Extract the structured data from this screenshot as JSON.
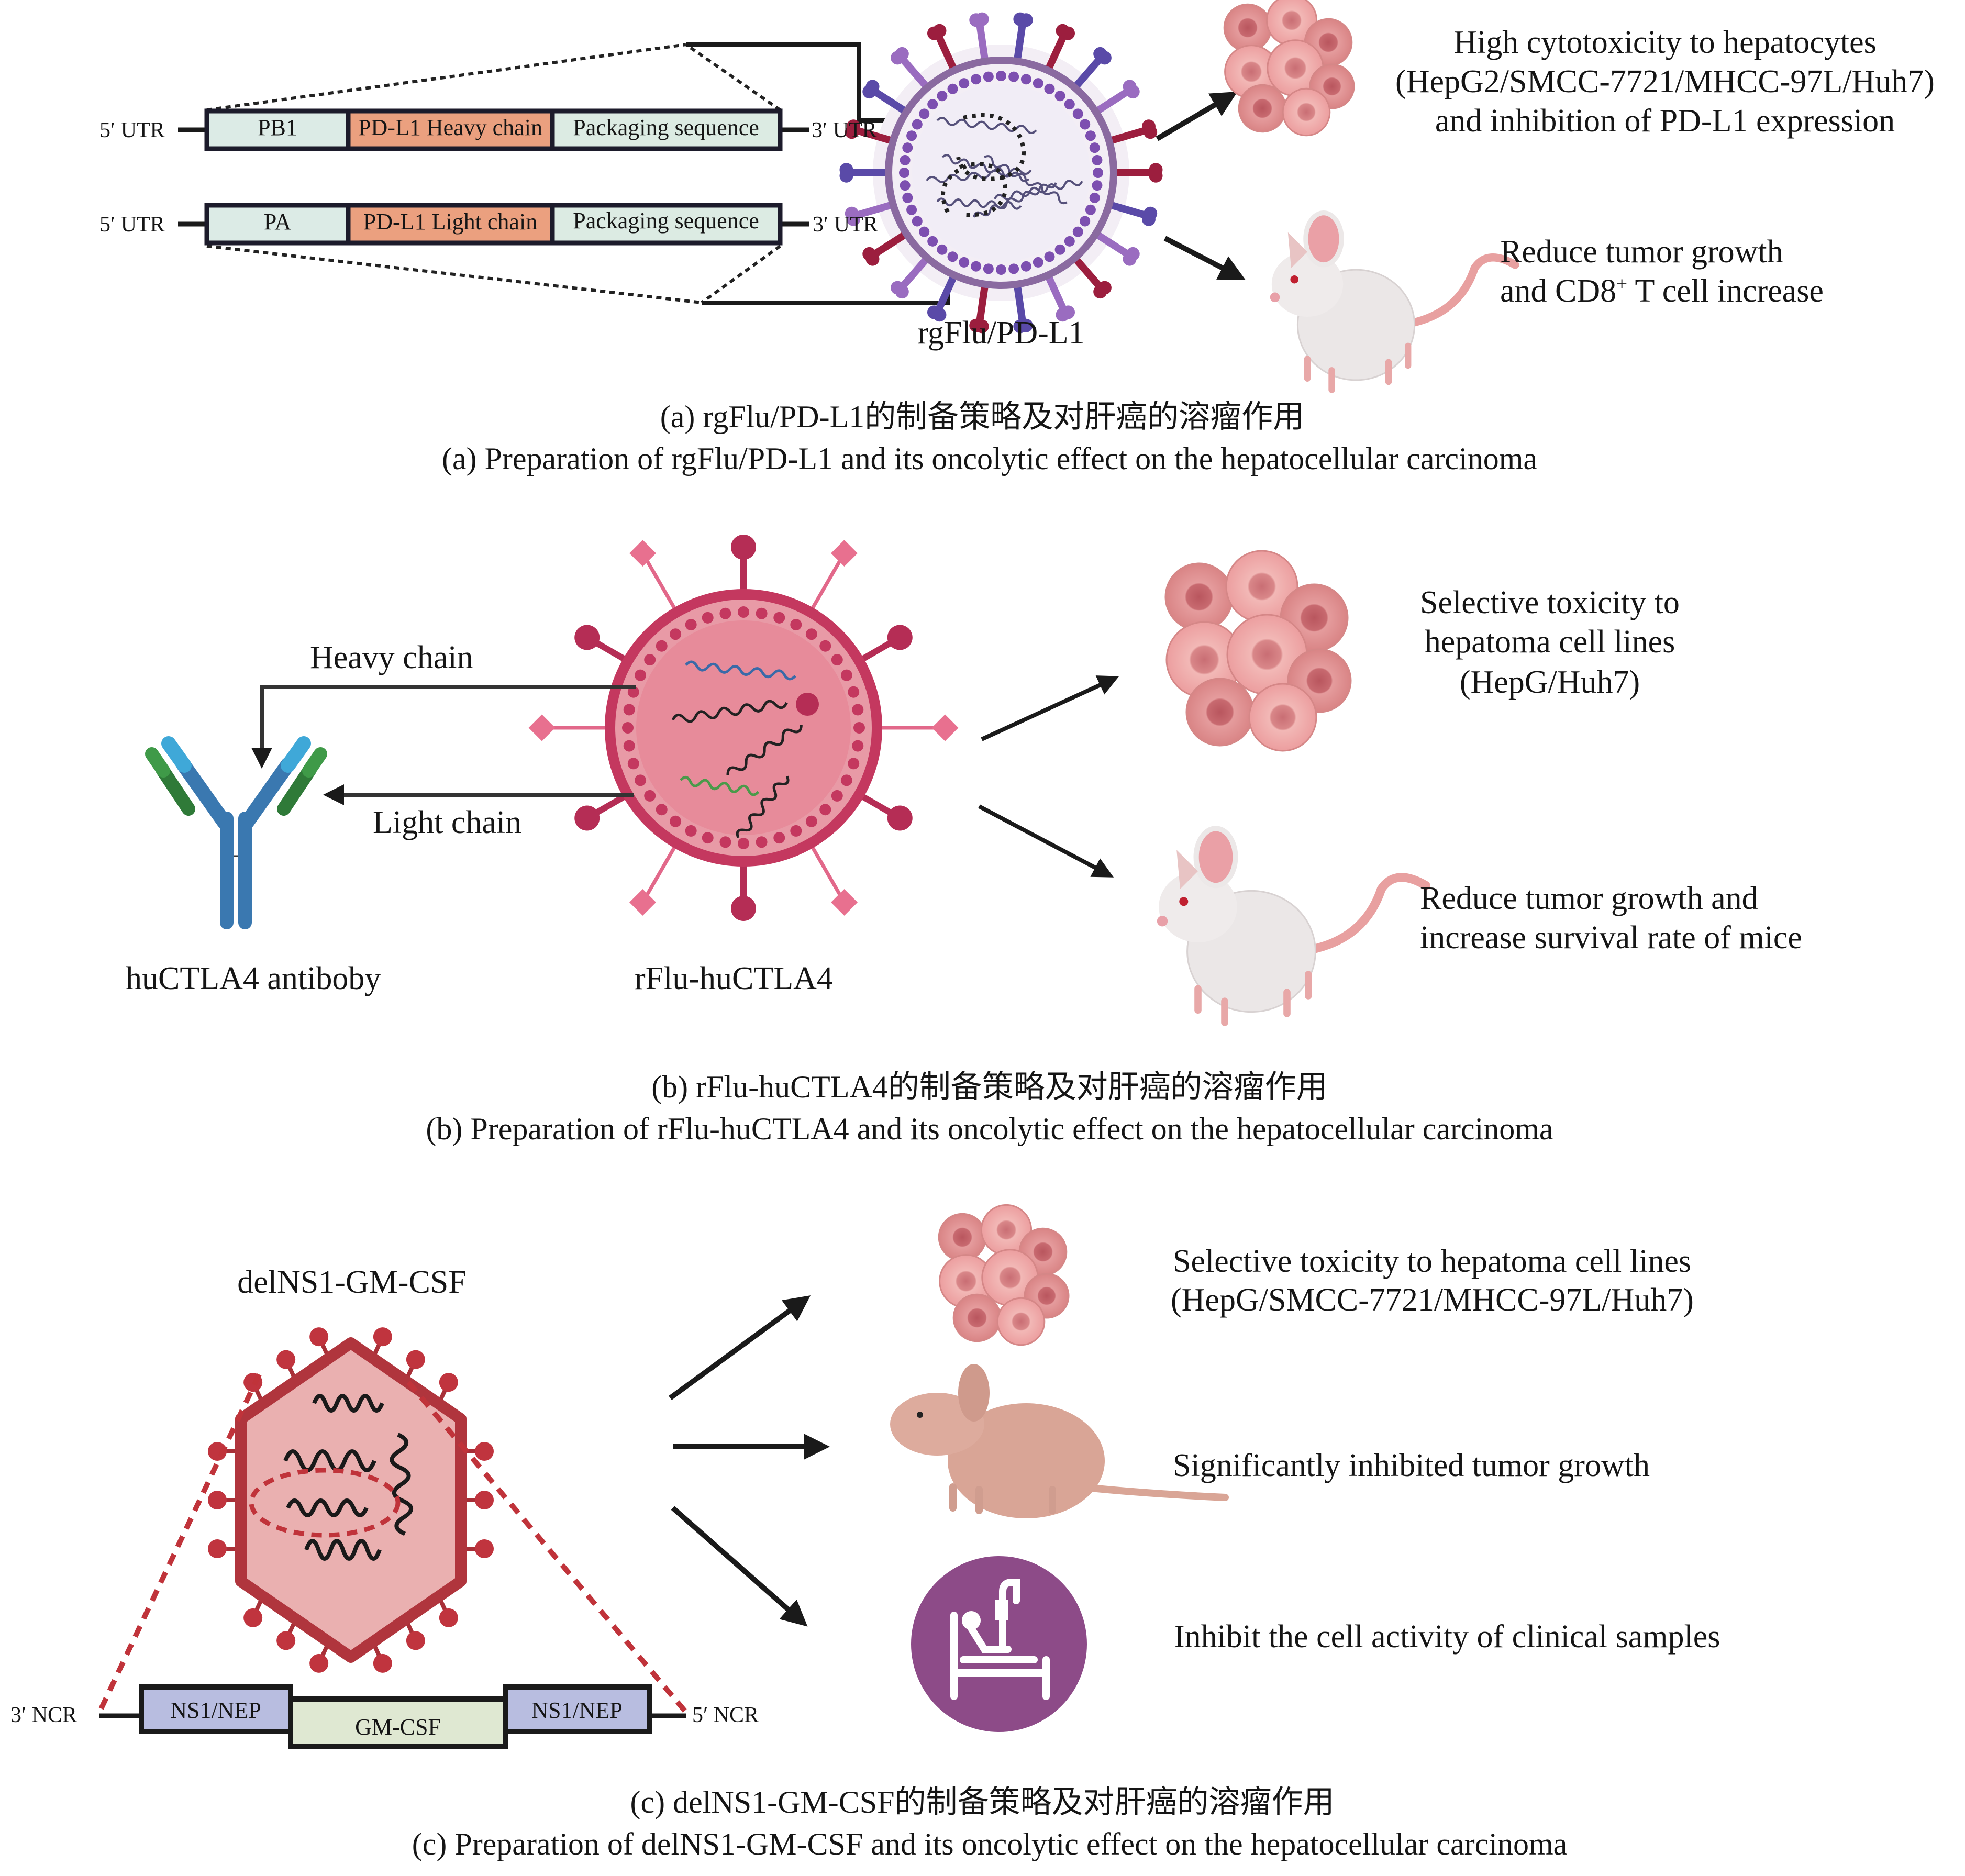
{
  "panel_a": {
    "construct_rows": [
      {
        "left_utr": "5′ UTR",
        "segments": [
          "PB1",
          "PD-L1 Heavy chain",
          "Packaging sequence"
        ],
        "right_utr": "3′ UTR"
      },
      {
        "left_utr": "5′ UTR",
        "segments": [
          "PA",
          "PD-L1 Light chain",
          "Packaging sequence"
        ],
        "right_utr": "3′ UTR"
      }
    ],
    "virus_label": "rgFlu/PD-L1",
    "outcome_cells": [
      "High cytotoxicity to hepatocytes",
      "(HepG2/SMCC-7721/MHCC-97L/Huh7)",
      "and inhibition of PD-L1 expression"
    ],
    "outcome_mouse": {
      "line1": "Reduce tumor growth",
      "line2_pre": "and CD8",
      "line2_sup": "+",
      "line2_post": " T cell increase"
    },
    "caption_cn": "(a) rgFlu/PD-L1的制备策略及对肝癌的溶瘤作用",
    "caption_en": "(a) Preparation of rgFlu/PD-L1 and its oncolytic effect on the hepatocellular carcinoma"
  },
  "panel_b": {
    "heavy_chain_label": "Heavy chain",
    "light_chain_label": "Light chain",
    "antibody_label": "huCTLA4 antiboby",
    "virus_label": "rFlu-huCTLA4",
    "outcome_cells": [
      "Selective toxicity to",
      "hepatoma cell lines",
      "(HepG/Huh7)"
    ],
    "outcome_mouse": [
      "Reduce tumor growth and",
      "increase survival rate of mice"
    ],
    "caption_cn": "(b) rFlu-huCTLA4的制备策略及对肝癌的溶瘤作用",
    "caption_en": "(b) Preparation of rFlu-huCTLA4 and its oncolytic effect on the hepatocellular carcinoma"
  },
  "panel_c": {
    "virus_label": "delNS1-GM-CSF",
    "construct": {
      "left": "3′ NCR",
      "segments": [
        "NS1/NEP",
        "GM-CSF",
        "NS1/NEP"
      ],
      "right": "5′ NCR"
    },
    "outcome_cells": [
      "Selective toxicity to hepatoma cell lines",
      "(HepG/SMCC-7721/MHCC-97L/Huh7)"
    ],
    "outcome_mouse": "Significantly inhibited tumor growth",
    "outcome_clinical": "Inhibit the cell activity of clinical samples",
    "caption_cn": "(c) delNS1-GM-CSF的制备策略及对肝癌的溶瘤作用",
    "caption_en": "(c) Preparation of delNS1-GM-CSF and its oncolytic effect on the hepatocellular carcinoma"
  },
  "colors": {
    "pb1_fill": "#dcebe6",
    "pdl1_fill": "#eba07f",
    "packaging_fill": "#dcebe3",
    "virus_a_purple": "#7d4fb0",
    "virus_a_red": "#9c1e3e",
    "virus_b_red": "#c93e62",
    "virus_b_fill": "#e88a9a",
    "virus_c_fill": "#eab0b0",
    "virus_c_border": "#b0353d",
    "ns1_fill": "#b8bde0",
    "gmcsf_fill": "#dfe8d2",
    "clinical_icon": "#8d4b88",
    "antibody_blue": "#3a78b0",
    "antibody_light_blue": "#3fa8d8",
    "antibody_green": "#3f9a48",
    "cell_pink": "#e89a9a"
  }
}
